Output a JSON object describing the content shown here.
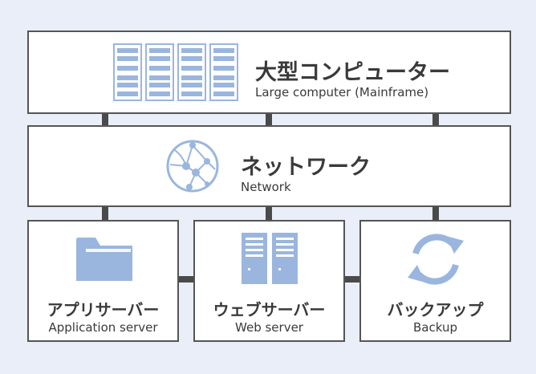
{
  "colors": {
    "background": "#e9eef8",
    "box": "#ffffff",
    "border": "#555555",
    "icon": "#9ab6de",
    "text": "#3a3a3a",
    "connector": "#4a4a4a"
  },
  "mainframe": {
    "title": "大型コンピューター",
    "subtitle": "Large computer (Mainframe)",
    "icon": "server-rack-icon"
  },
  "network": {
    "title": "ネットワーク",
    "subtitle": "Network",
    "icon": "network-globe-icon"
  },
  "servers": [
    {
      "title": "アプリサーバー",
      "subtitle": "Application server",
      "icon": "folder-icon"
    },
    {
      "title": "ウェブサーバー",
      "subtitle": "Web server",
      "icon": "server-tower-icon"
    },
    {
      "title": "バックアップ",
      "subtitle": "Backup",
      "icon": "sync-arrows-icon"
    }
  ]
}
